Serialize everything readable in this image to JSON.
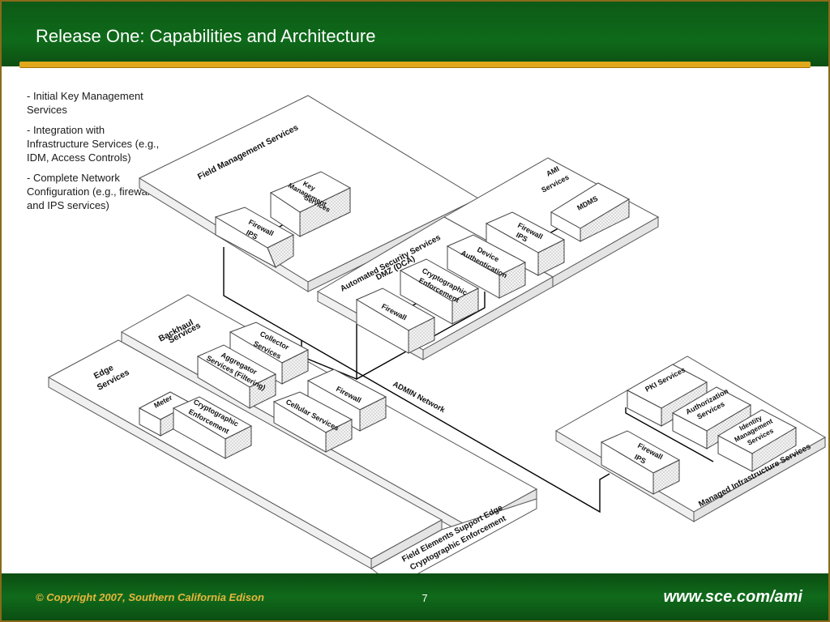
{
  "header": {
    "title": "Release One: Capabilities and Architecture"
  },
  "bullets": [
    "- Initial Key Management Services",
    "- Integration with Infrastructure Services (e.g., IDM, Access Controls)",
    "- Complete Network Configuration (e.g., firewall and IPS services)"
  ],
  "diagram": {
    "field_mgmt": {
      "label": "Field Management Services",
      "key_mgmt": [
        "Key",
        "Management",
        "Services"
      ],
      "firewall": [
        "Firewall",
        "IPS"
      ]
    },
    "ami": {
      "label": [
        "AMI",
        "Services"
      ],
      "mdms": "MDMS",
      "firewall": [
        "Firewall",
        "IPS"
      ]
    },
    "dmz": {
      "label": [
        "Automated Security Services",
        "DMZ (DCA)"
      ],
      "device_auth": [
        "Device",
        "Authentication"
      ],
      "crypto": [
        "Cryptographic",
        "Enforcement"
      ],
      "firewall": "Firewall"
    },
    "backhaul": {
      "label": [
        "Backhaul",
        "Services"
      ],
      "collector": [
        "Collector",
        "Services"
      ],
      "aggregator": [
        "Aggregator",
        "Services (Filtering)"
      ],
      "firewall": "Firewall",
      "cellular": "Cellular Services"
    },
    "edge": {
      "label": [
        "Edge",
        "Services"
      ],
      "meter": "Meter",
      "crypto": [
        "Cryptographic",
        "Enforcement"
      ]
    },
    "field_elements": [
      "Field Elements Support Edge",
      "Cryptographic Enforcement"
    ],
    "admin_network": "ADMIN Network",
    "managed_infra": {
      "label": "Managed Infrastructure Services",
      "pki": "PKI Services",
      "authorization": [
        "Authorization",
        "Services"
      ],
      "identity": [
        "Identity",
        "Management",
        "Services"
      ],
      "firewall": [
        "Firewall",
        "IPS"
      ]
    }
  },
  "footer": {
    "copyright": "© Copyright 2007, Southern California Edison",
    "page": "7",
    "website": "www.sce.com/ami"
  },
  "colors": {
    "header_green": "#0f6a1a",
    "gold_bar": "#e2a81c",
    "copyright_gold": "#e8b53c"
  }
}
